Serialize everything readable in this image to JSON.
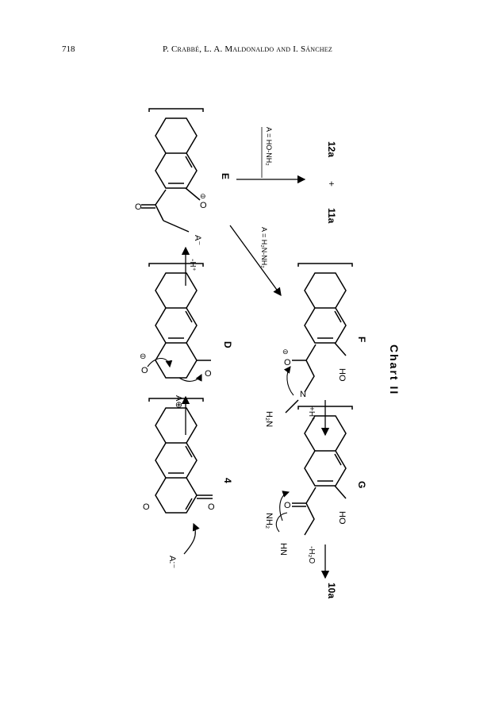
{
  "header": {
    "page_number": "718",
    "authors": "P. Crabbé, L. A. Maldonaldo and I. Sánchez"
  },
  "chart": {
    "caption": "Chart II",
    "compounds": {
      "c4": "4",
      "cD": "D",
      "cF": "F",
      "cG": "G",
      "c10a": "10a",
      "c11a": "11a",
      "c12a": "12a",
      "cE": "E"
    },
    "arrows": {
      "minus_h": "-H⁺",
      "plus_h": "+H⁺",
      "minus_h2o": "-H₂O",
      "a_hydroxylamine": "A = HO-NH₂",
      "a_hydrazine": "A = H₂N-NH₂",
      "plus_sign": "+"
    },
    "atoms": {
      "O": "O",
      "HO": "HO",
      "A_nuc": "A:⁻",
      "A_plus": "A⊕",
      "A_minus": "A⁻",
      "minus_circ": "⊖",
      "H2N": "H₂N",
      "N": "N",
      "NH2": "NH₂",
      "HN": "HN"
    }
  }
}
